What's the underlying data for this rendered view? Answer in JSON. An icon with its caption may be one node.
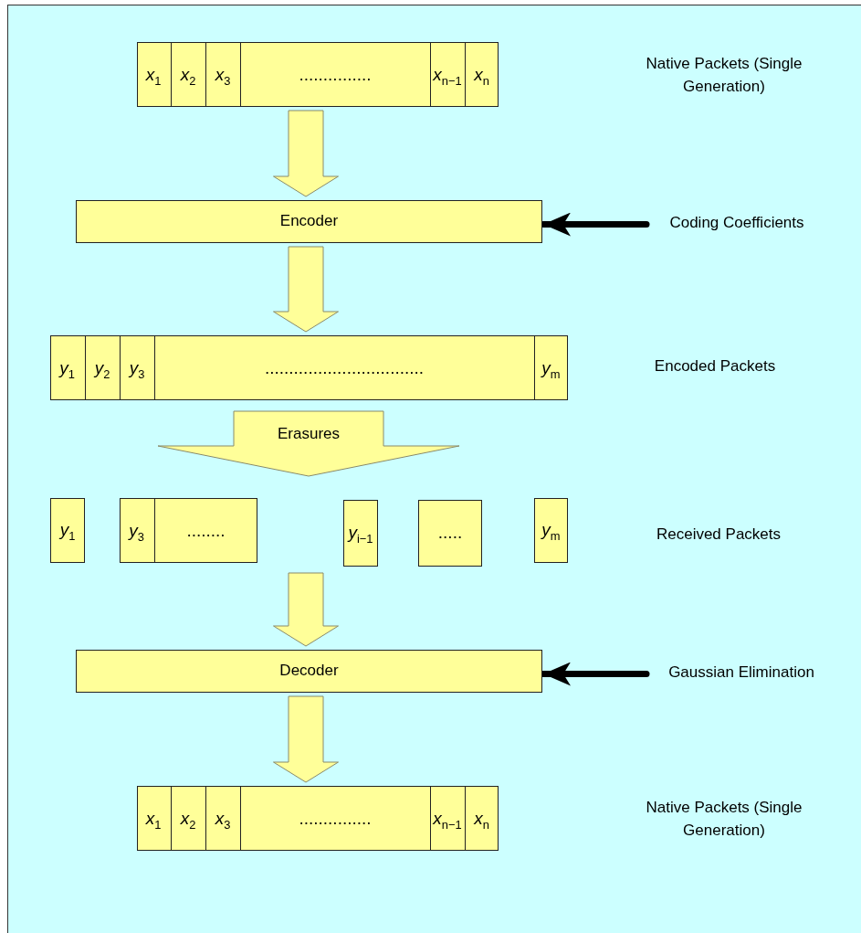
{
  "diagram": {
    "nodes": [
      {
        "text": [],
        "shape": "box"
      },
      {
        "text": [
          "*x*$_{1}$"
        ],
        "in": 0
      },
      {
        "text": [
          "*x*$_{2}$"
        ],
        "in": 0
      },
      {
        "text": [
          "*x*$_{3}$"
        ],
        "in": 0
      },
      {
        "text": [
          "..............."
        ],
        "in": 0
      },
      {
        "text": [
          "*x*$_{n−1}$"
        ],
        "in": 0
      },
      {
        "text": [
          "*x*$_{n}$"
        ],
        "in": 0
      },
      {
        "text": [
          "Encoder"
        ]
      },
      {
        "text": [
          "Coding Coefficients"
        ]
      },
      {
        "text": [],
        "shape": "box"
      },
      {
        "text": [
          "*y*$_{1}$"
        ],
        "in": 9
      },
      {
        "text": [
          "*y*$_{2}$"
        ],
        "in": 9
      },
      {
        "text": [
          "*y*$_{3}$"
        ],
        "in": 9
      },
      {
        "text": [
          "................................."
        ],
        "in": 9
      },
      {
        "text": [
          "*y*$_{m}$"
        ],
        "in": 9
      },
      {
        "text": [
          "*y*$_{1}$"
        ]
      },
      {
        "text": [],
        "shape": "box"
      },
      {
        "text": [
          "*y*$_{3}$"
        ],
        "in": 16
      },
      {
        "text": [
          "........"
        ],
        "in": 16
      },
      {
        "text": [
          "*y*$_{i−1}$"
        ]
      },
      {
        "text": [
          "....."
        ]
      },
      {
        "text": [
          "*y*$_{m}$"
        ]
      },
      {
        "text": [
          "Decoder"
        ]
      },
      {
        "text": [
          "Gaussian Elimination"
        ]
      },
      {
        "text": [],
        "shape": "box"
      },
      {
        "text": [
          "*x*$_{1}$"
        ],
        "in": 24
      },
      {
        "text": [
          "*x*$_{2}$"
        ],
        "in": 24
      },
      {
        "text": [
          "*x*$_{3}$"
        ],
        "in": 24
      },
      {
        "text": [
          "..............."
        ],
        "in": 24
      },
      {
        "text": [
          "*x*$_{n−1}$"
        ],
        "in": 24
      },
      {
        "text": [
          "*x*$_{n}$"
        ],
        "in": 24
      }
    ],
    "edges": [
      {
        "from": 0,
        "to": 7,
        "arrow": "to"
      },
      {
        "from": 8,
        "to": 7,
        "arrow": "to",
        "color": "#000000"
      },
      {
        "from": 7,
        "to": 9,
        "arrow": "to"
      },
      {
        "from": 9,
        "to": null,
        "arrow": "to",
        "label": "Erasures"
      },
      {
        "from": null,
        "to": 22,
        "arrow": "to"
      },
      {
        "from": 23,
        "to": 22,
        "arrow": "to",
        "color": "#000000"
      },
      {
        "from": 22,
        "to": 24,
        "arrow": "to"
      }
    ],
    "labels": [
      "Native Packets (Single Generation)",
      "Encoded Packets",
      "Received Packets",
      "Native Packets (Single Generation)"
    ]
  }
}
